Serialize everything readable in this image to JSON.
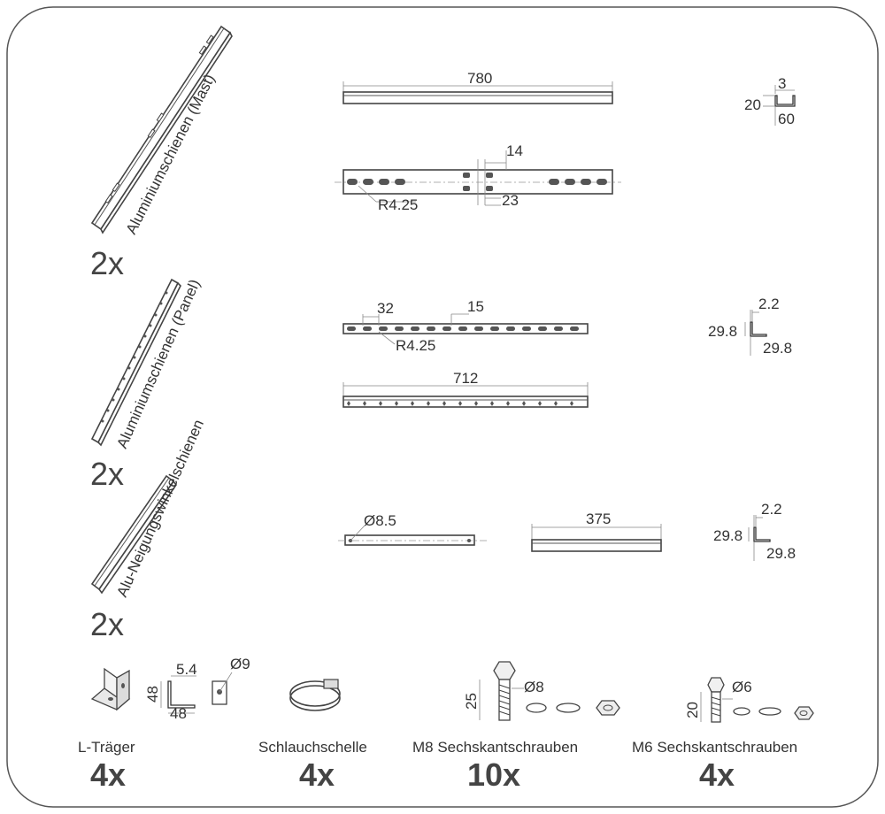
{
  "rails": {
    "mast": {
      "label": "Aluminiumschienen (Mast)",
      "qty": "2x",
      "length": "780",
      "hole_radius": "R4.25",
      "slot_width": "14",
      "slot_spacing": "23",
      "profile": {
        "a": "3",
        "b": "20",
        "c": "60"
      }
    },
    "panel": {
      "label": "Aluminiumschienen (Panel)",
      "qty": "2x",
      "length": "712",
      "pitch": "32",
      "slot": "15",
      "hole_radius": "R4.25",
      "profile": {
        "a": "2.2",
        "b": "29.8",
        "c": "29.8"
      }
    },
    "tilt": {
      "label": "Alu-Neigungswinkelschienen",
      "qty": "2x",
      "hole_dia": "Ø8.5",
      "length": "375",
      "profile": {
        "a": "2.2",
        "b": "29.8",
        "c": "29.8"
      }
    }
  },
  "hardware": {
    "lbracket": {
      "label": "L-Träger",
      "qty": "4x",
      "w": "48",
      "h": "48",
      "t": "5.4",
      "hole": "Ø9"
    },
    "clamp": {
      "label": "Schlauchschelle",
      "qty": "4x"
    },
    "m8": {
      "label": "M8 Sechskantschrauben",
      "qty": "10x",
      "len": "25",
      "dia": "Ø8"
    },
    "m6": {
      "label": "M6 Sechskantschrauben",
      "qty": "4x",
      "len": "20",
      "dia": "Ø6"
    }
  }
}
